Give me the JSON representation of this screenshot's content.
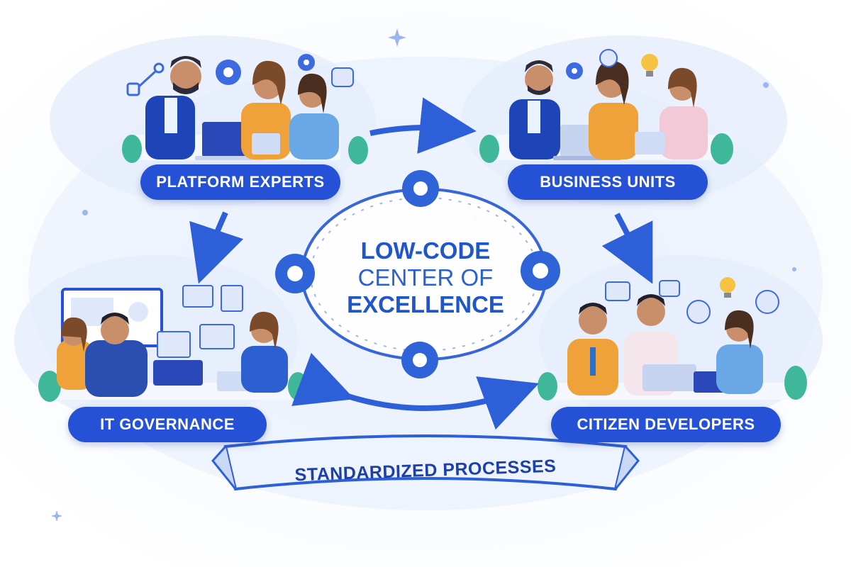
{
  "center": {
    "line1": "LOW-CODE",
    "line2": "CENTER OF",
    "line3": "EXCELLENCE"
  },
  "groups": {
    "platform_experts": "PLATFORM EXPERTS",
    "business_units": "BUSINESS UNITS",
    "it_governance": "IT GOVERNANCE",
    "citizen_developers": "CITIZEN DEVELOPERS"
  },
  "banner": "STANDARDIZED PROCESSES",
  "colors": {
    "accent": "#2451d6",
    "accent_light": "#4a7ae8",
    "background_wash": "#e8f0fc",
    "plant": "#3fb89a"
  }
}
